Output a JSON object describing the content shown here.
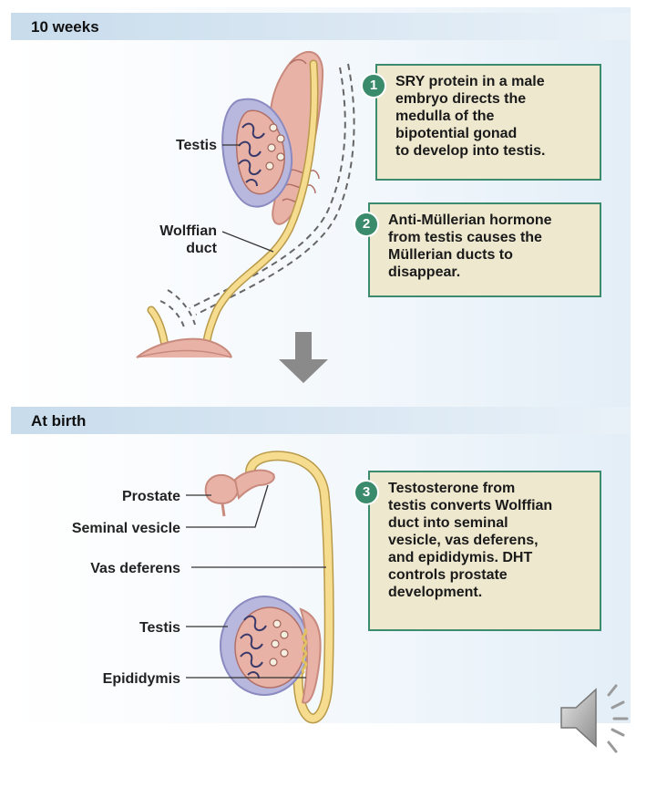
{
  "sections": {
    "top_title": "10 weeks",
    "bottom_title": "At birth"
  },
  "labels_top": {
    "testis": "Testis",
    "wolffian_line1": "Wolffian",
    "wolffian_line2": "duct"
  },
  "labels_bottom": {
    "prostate": "Prostate",
    "seminal_vesicle": "Seminal vesicle",
    "vas_deferens": "Vas deferens",
    "testis": "Testis",
    "epididymis": "Epididymis"
  },
  "callouts": [
    {
      "number": "1",
      "lines": [
        "SRY protein in a male",
        "embryo directs the",
        "medulla of the",
        "bipotential gonad",
        "to develop into testis."
      ]
    },
    {
      "number": "2",
      "lines": [
        "Anti-Müllerian hormone",
        "from testis causes the",
        "Müllerian ducts to",
        "disappear."
      ]
    },
    {
      "number": "3",
      "lines": [
        "Testosterone from",
        "testis converts Wolffian",
        "duct into seminal",
        "vesicle, vas deferens,",
        "and epididymis. DHT",
        "controls prostate",
        "development."
      ]
    }
  ],
  "colors": {
    "band": "#d3e4f1",
    "callout_fill": "#eee8cf",
    "callout_border": "#3d8b6e",
    "step_circle": "#3a8a6c",
    "duct_yellow": "#f6dc8e",
    "tissue_pink": "#e9b2a6",
    "testis_blue": "#b8b8de",
    "arrow_gray": "#8a8a8a"
  },
  "icons": {
    "audio": "speaker-icon",
    "transition": "down-arrow-icon"
  }
}
